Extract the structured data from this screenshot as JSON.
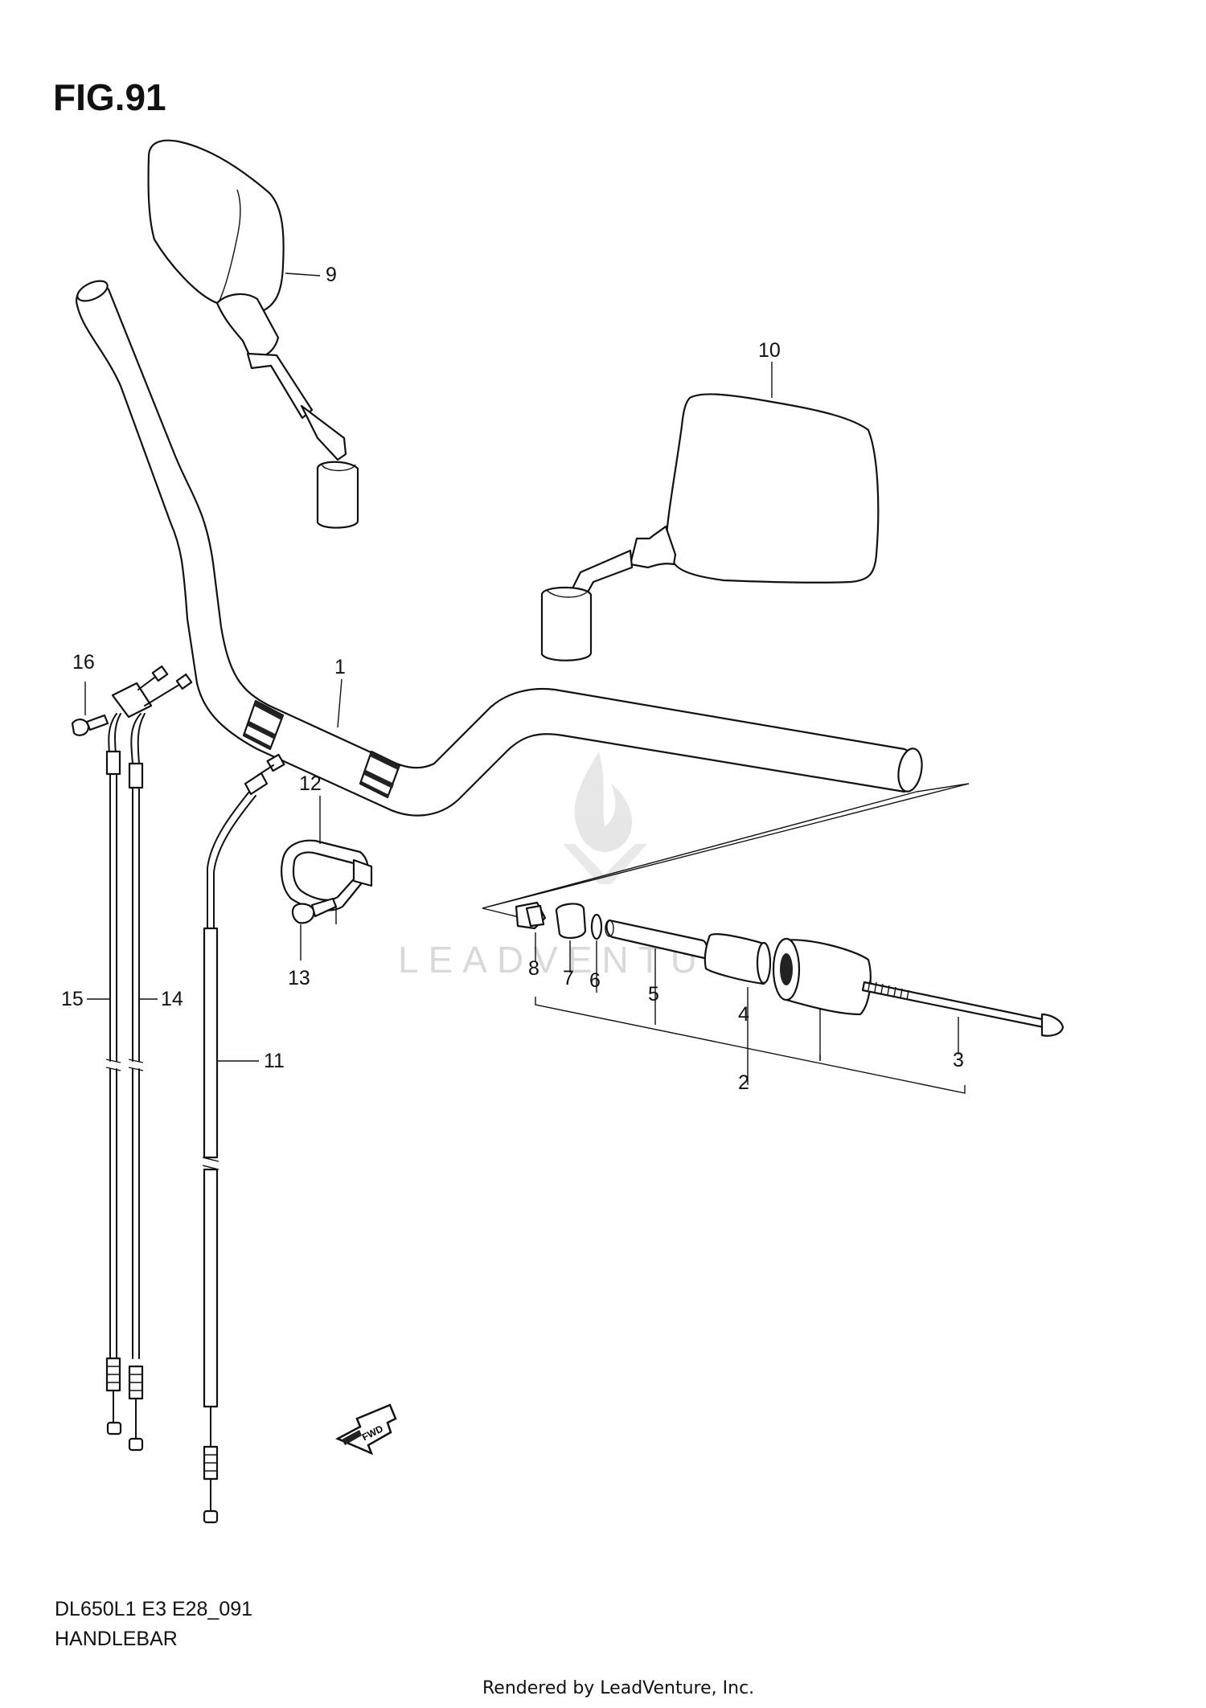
{
  "figure": {
    "title": "FIG.91",
    "model_code": "DL650L1 E3 E28_091",
    "section_name": "HANDLEBAR",
    "credit": "Rendered by LeadVenture, Inc.",
    "watermark": "LEADVENTURE",
    "fwd_label": "FWD"
  },
  "callouts": [
    {
      "ref": "1"
    },
    {
      "ref": "2"
    },
    {
      "ref": "3"
    },
    {
      "ref": "4"
    },
    {
      "ref": "5"
    },
    {
      "ref": "6"
    },
    {
      "ref": "7"
    },
    {
      "ref": "8"
    },
    {
      "ref": "9"
    },
    {
      "ref": "10"
    },
    {
      "ref": "11"
    },
    {
      "ref": "12"
    },
    {
      "ref": "13"
    },
    {
      "ref": "14"
    },
    {
      "ref": "15"
    },
    {
      "ref": "16"
    }
  ],
  "icons": {
    "fwd": "fwd-arrow-icon",
    "watermark": "leadventure-flame-icon"
  }
}
